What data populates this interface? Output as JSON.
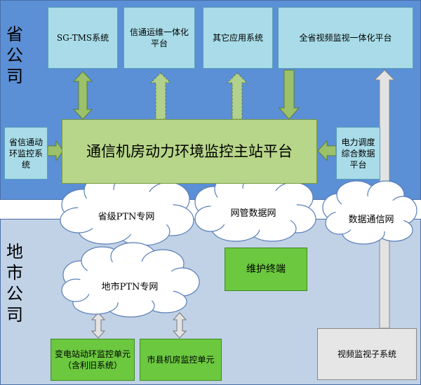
{
  "regions": {
    "province": {
      "label_lines": [
        "省",
        "公",
        "司"
      ],
      "color": "#5b8fd6"
    },
    "city": {
      "label_lines": [
        "地",
        "市",
        "公",
        "司"
      ],
      "color": "#c1d2e6"
    }
  },
  "top_systems": [
    {
      "label": "SG-TMS系统"
    },
    {
      "label": "信通运维一体化平台"
    },
    {
      "label": "其它应用系统"
    },
    {
      "label": "全省视频监视一体化平台"
    }
  ],
  "main_platform": {
    "label": "通信机房动力环境监控主站平台"
  },
  "left_system": {
    "label": "省信通动环监控系统"
  },
  "right_system": {
    "label": "电力调度综合数据平台"
  },
  "clouds": [
    {
      "label": "省级PTN专网"
    },
    {
      "label": "网管数据网"
    },
    {
      "label": "数据通信网"
    },
    {
      "label": "地市PTN专网"
    }
  ],
  "maintenance_terminal": {
    "label": "维护终端"
  },
  "bottom_units": [
    {
      "label_lines": [
        "变电站动环监控单元",
        "（含利旧系统）"
      ]
    },
    {
      "label_lines": [
        "市县机房监控单元"
      ]
    }
  ],
  "video_subsystem": {
    "label": "视频监视子系统"
  },
  "colors": {
    "cyan_box": "#a9dce8",
    "green_box": "#6bc83f",
    "main_box": "#b7d689",
    "arrow_green": "#9bc26b",
    "arrow_grey": "#e3e3e3"
  }
}
